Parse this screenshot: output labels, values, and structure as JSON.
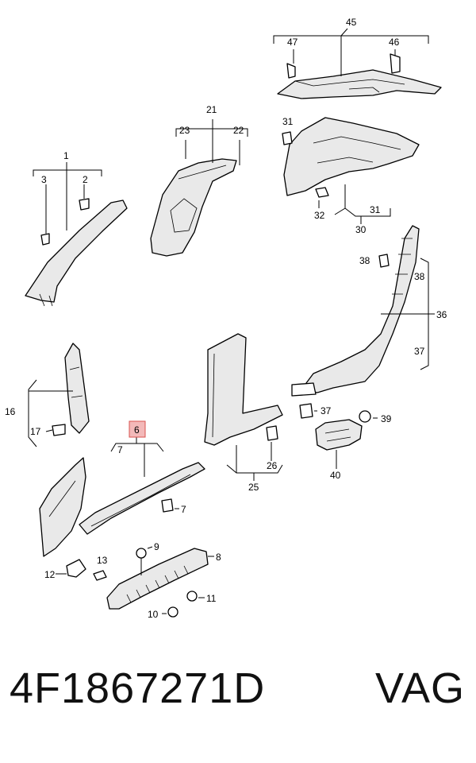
{
  "callouts": {
    "c1": "1",
    "c2": "2",
    "c3": "3",
    "c6": "6",
    "c7a": "7",
    "c7b": "7",
    "c8": "8",
    "c9": "9",
    "c10": "10",
    "c11": "11",
    "c12": "12",
    "c13": "13",
    "c16": "16",
    "c17": "17",
    "c21": "21",
    "c22": "22",
    "c23": "23",
    "c25": "25",
    "c26": "26",
    "c30": "30",
    "c31a": "31",
    "c31b": "31",
    "c32": "32",
    "c36": "36",
    "c37a": "37",
    "c37b": "37",
    "c38a": "38",
    "c38b": "38",
    "c39": "39",
    "c40": "40",
    "c45": "45",
    "c46": "46",
    "c47": "47"
  },
  "highlight_color": "#f3b9b9",
  "footer": {
    "part_number": "4F1867271D",
    "brand": "VAG"
  }
}
